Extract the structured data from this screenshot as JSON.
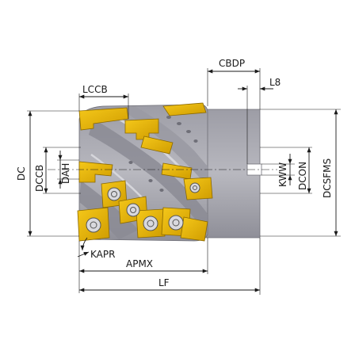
{
  "labels": {
    "cbdp": "CBDP",
    "l8": "L8",
    "lccb": "LCCB",
    "dc": "DC",
    "dccb": "DCCB",
    "dah": "DAH",
    "kww": "KWW",
    "dcon": "DCON",
    "dcsfms": "DCSFMS",
    "kapr": "KAPR",
    "apmx": "APMX",
    "lf": "LF"
  },
  "colors": {
    "body": "#a9a9b1",
    "body_dark": "#8a8a93",
    "body_light": "#c8c8ce",
    "insert": "#e8b400",
    "insert_dark": "#b88a00",
    "line": "#1a1a1a"
  }
}
